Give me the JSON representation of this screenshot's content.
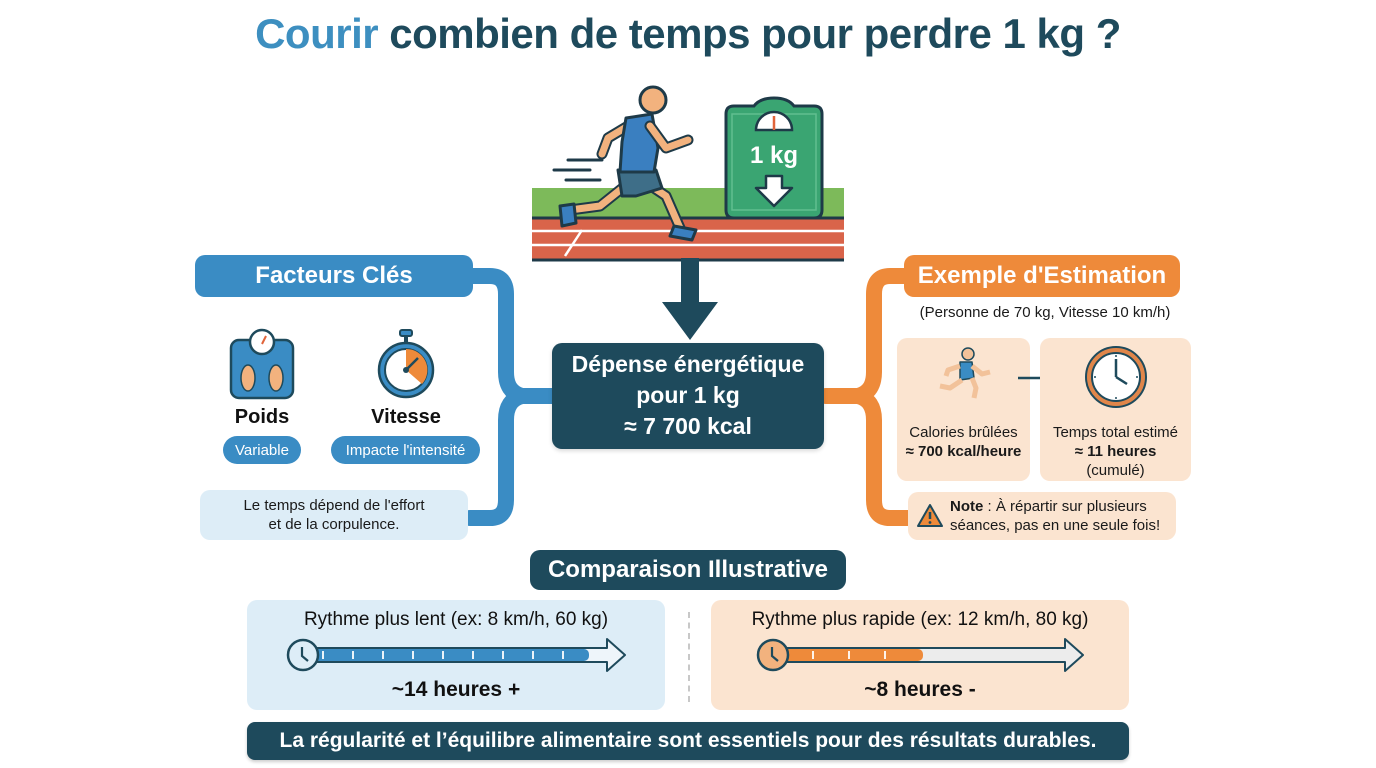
{
  "title": {
    "accent": "Courir",
    "rest": " combien de temps pour perdre 1 kg ?"
  },
  "hero": {
    "scale_label": "1 kg"
  },
  "center": {
    "line1": "Dépense énergétique",
    "line2": "pour 1 kg",
    "line3": "≈ 7 700 kcal"
  },
  "factors": {
    "header": "Facteurs Clés",
    "items": [
      {
        "icon": "scale-feet-icon",
        "label": "Poids",
        "tag": "Variable"
      },
      {
        "icon": "stopwatch-icon",
        "label": "Vitesse",
        "tag": "Impacte l'intensité"
      }
    ],
    "note_line1": "Le temps dépend de l'effort",
    "note_line2": "et de la corpulence."
  },
  "estimation": {
    "header": "Exemple d'Estimation",
    "subtitle": "(Personne de 70 kg, Vitesse 10 km/h)",
    "calories": {
      "icon": "runner-icon",
      "label": "Calories brûlées",
      "value": "≈ 700 kcal/heure"
    },
    "time": {
      "icon": "clock-icon",
      "label": "Temps total estimé",
      "value": "≈ 11 heures",
      "extra": "(cumulé)"
    },
    "note_bold": "Note",
    "note_line1": " : À répartir sur plusieurs",
    "note_line2": "séances, pas en une seule fois!"
  },
  "comparison": {
    "header": "Comparaison Illustrative",
    "slow": {
      "title": "Rythme plus lent (ex: 8 km/h, 60 kg)",
      "result": "~14 heures +",
      "fill_percent": 100,
      "color": "#3a8cc4"
    },
    "fast": {
      "title": "Rythme plus rapide (ex: 12 km/h, 80 kg)",
      "result": "~8 heures -",
      "fill_percent": 45,
      "color": "#ee8a3a"
    }
  },
  "footer": {
    "text": "La régularité et l’équilibre alimentaire sont essentiels pour des résultats durables."
  },
  "colors": {
    "dark": "#1e4a5c",
    "blue": "#3a8cc4",
    "orange": "#ee8a3a",
    "green": "#3aa572"
  }
}
